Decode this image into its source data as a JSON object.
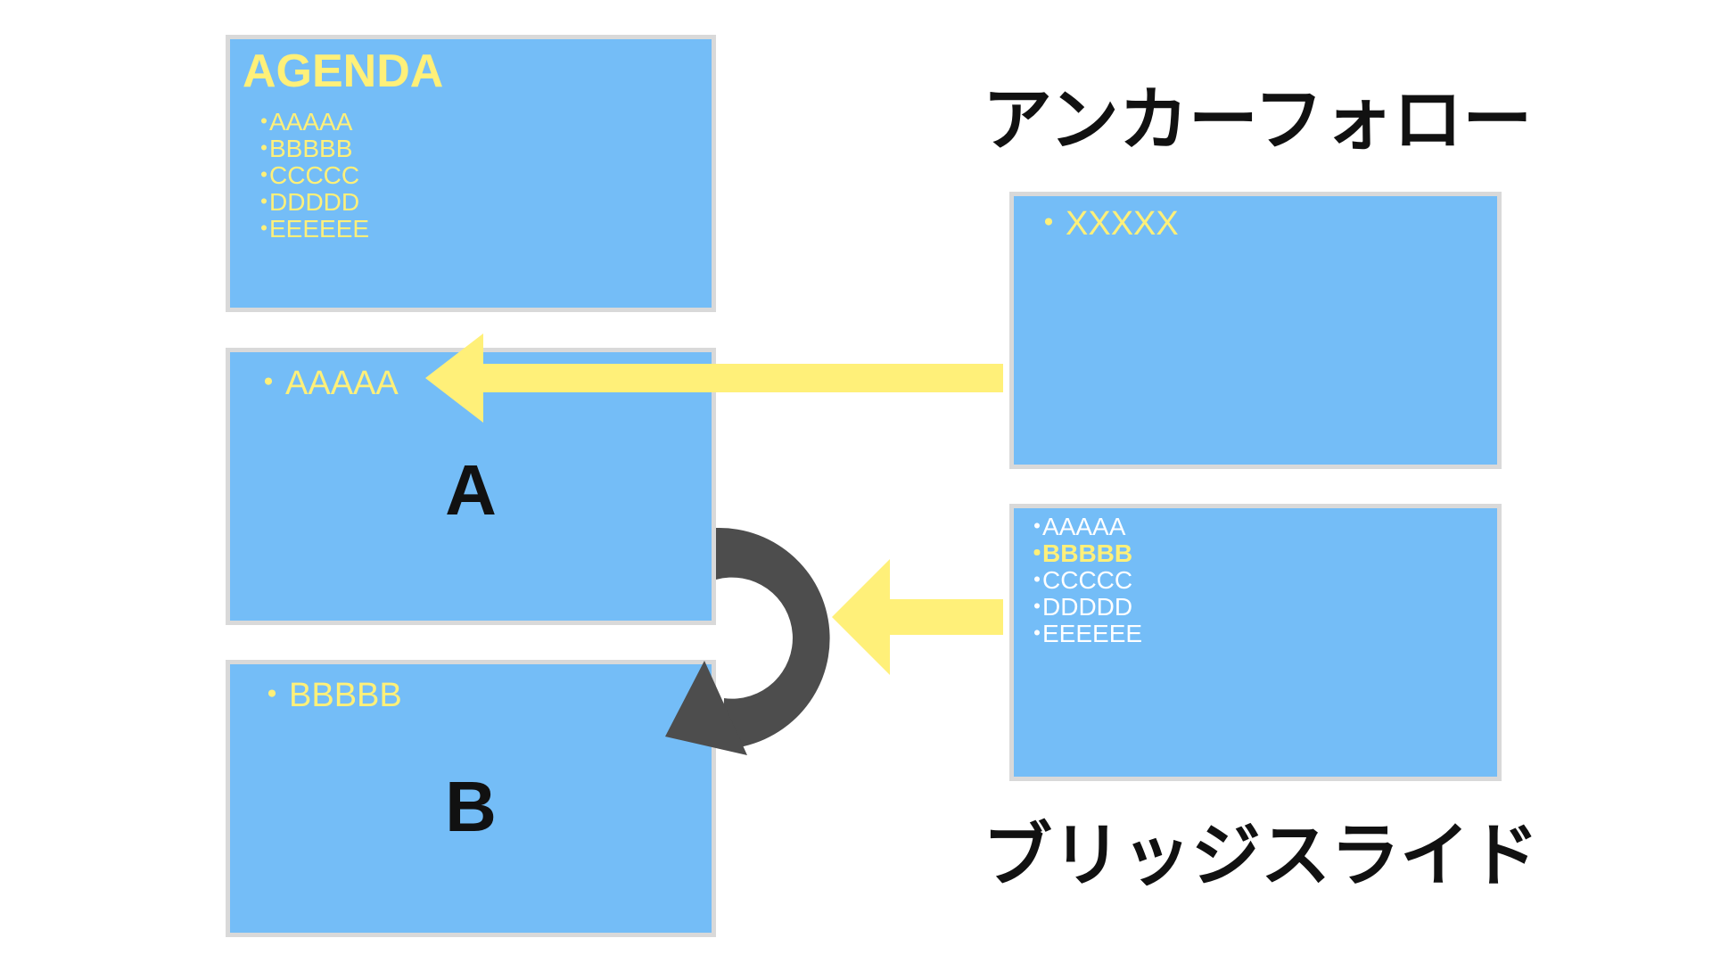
{
  "agenda_slide": {
    "title": "AGENDA",
    "bullet": "・",
    "items": [
      "AAAAA",
      "BBBBB",
      "CCCCC",
      "DDDDD",
      "EEEEEE"
    ]
  },
  "slide_a": {
    "bullet_text": "・AAAAA",
    "letter": "A"
  },
  "slide_b": {
    "bullet_text": "・BBBBB",
    "letter": "B"
  },
  "anchor_slide": {
    "bullet_text": "・XXXXX"
  },
  "bridge_slide": {
    "bullet": "・",
    "items": [
      "AAAAA",
      "BBBBB",
      "CCCCC",
      "DDDDD",
      "EEEEEE"
    ],
    "highlighted_item": "BBBBB"
  },
  "labels": {
    "anchor_follow": "アンカーフォロー",
    "bridge_slide": "ブリッジスライド"
  },
  "colors": {
    "slide_fill": "#74BDF7",
    "slide_border": "#D9D9D9",
    "accent_yellow": "#FFF079",
    "curved_arrow": "#4D4D4D",
    "text_dark": "#111111"
  },
  "icons": {
    "anchor_arrow": "left-arrow",
    "bridge_arrow": "left-arrow",
    "transition_arrow": "curved-arrow"
  }
}
